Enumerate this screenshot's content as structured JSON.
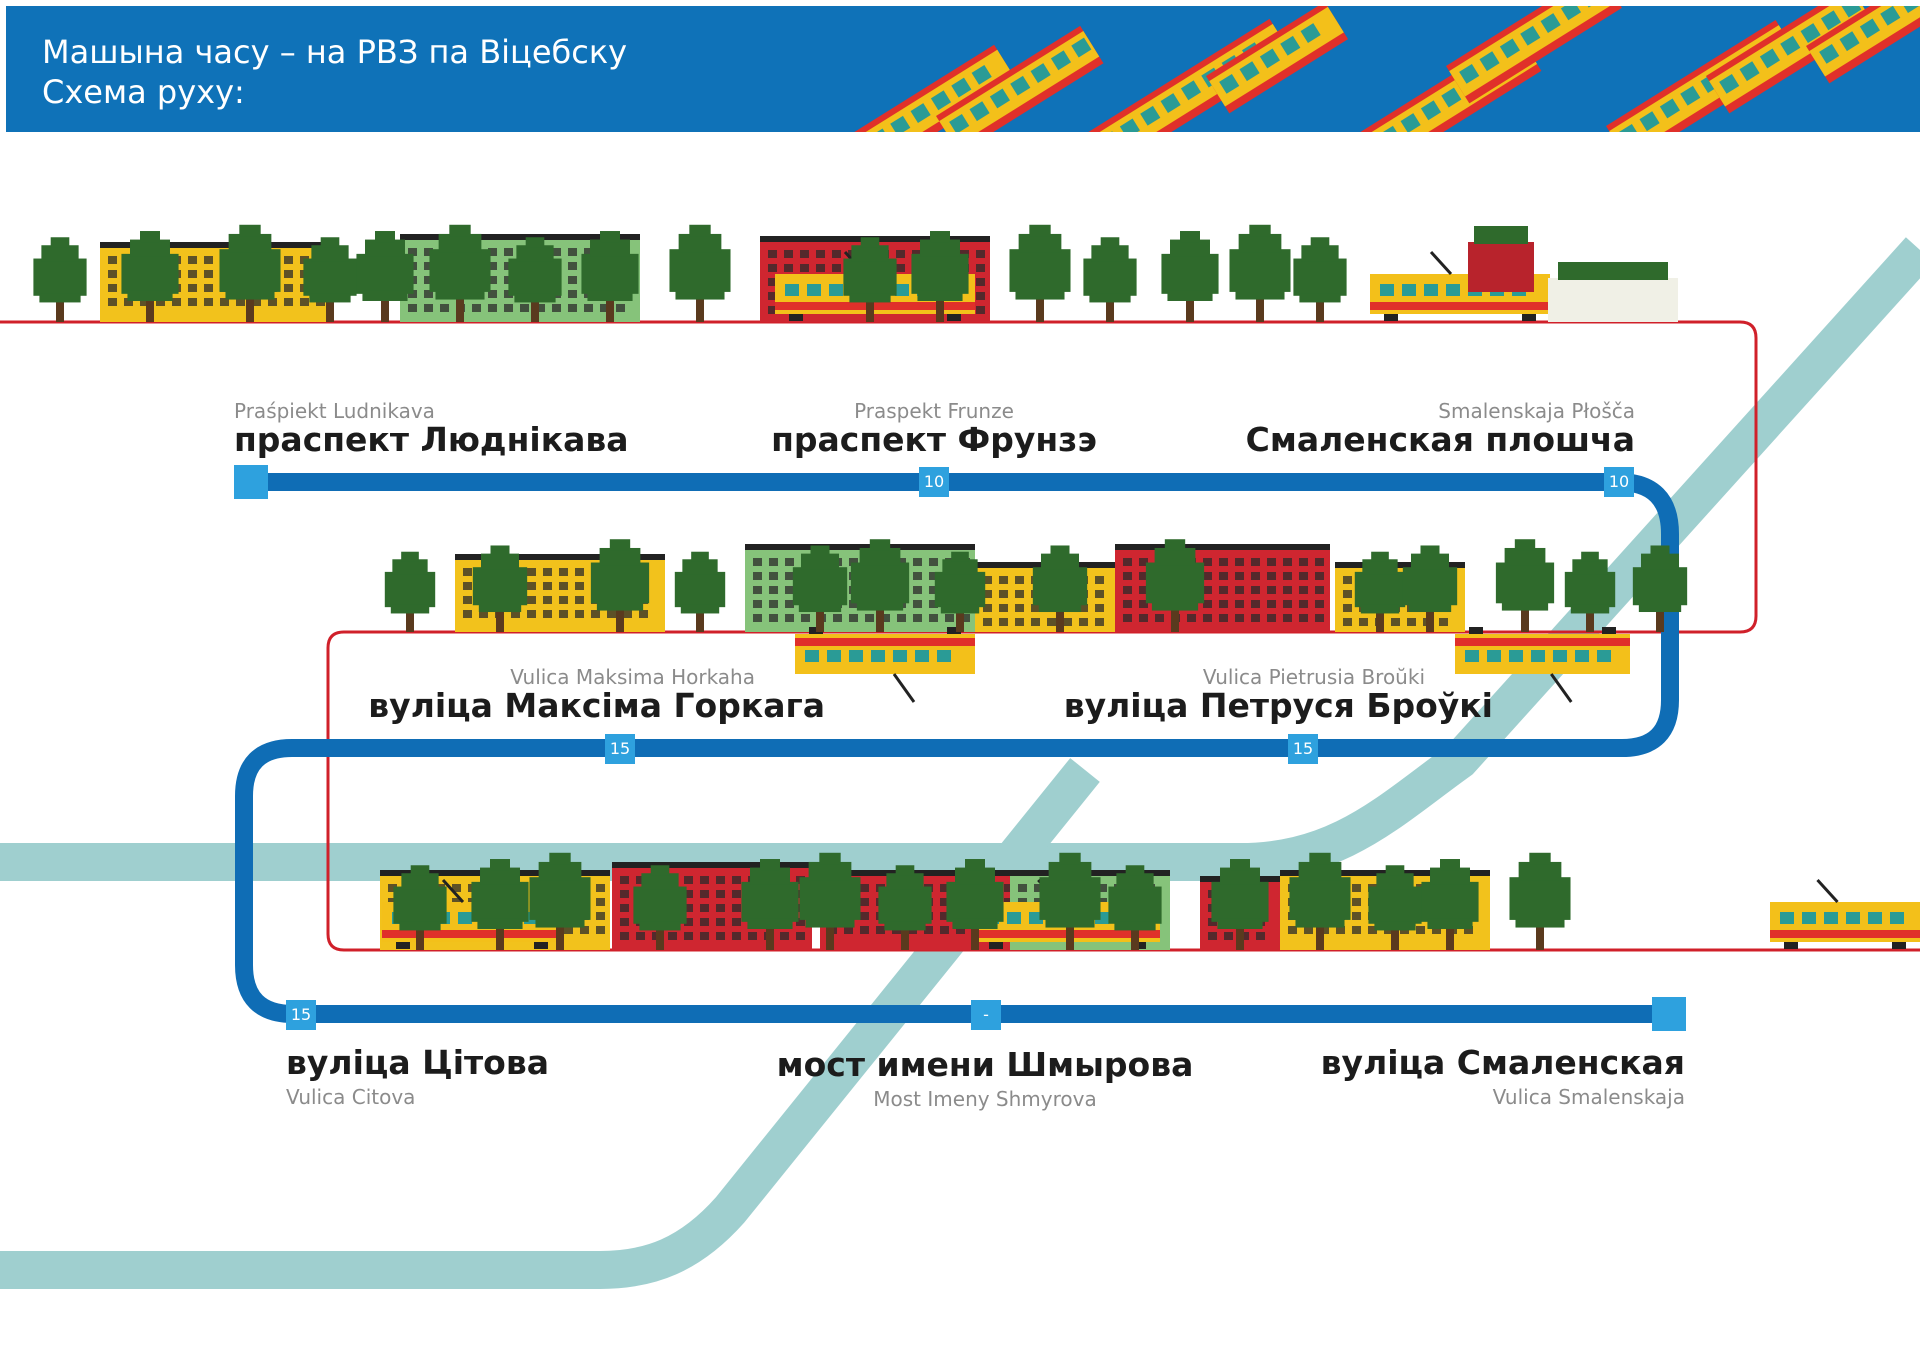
{
  "header": {
    "title_line1": "Машына часу – на РВЗ па Віцебску",
    "title_line2": "Схема руху:"
  },
  "colors": {
    "header_bg": "#0f72b8",
    "route_line": "#0f6db5",
    "stop_marker": "#2ea1de",
    "river": "#9fcfcf",
    "tram_track": "#d0202a",
    "tree": "#2f6a2c",
    "tram_body": "#f3c01a",
    "tram_stripe": "#e0302a",
    "tram_window": "#2a9b96",
    "building_yellow": "#f2c21c",
    "building_green": "#86c37a",
    "building_red": "#cf2630"
  },
  "stops": [
    {
      "id": "praspiekt-ludnikava",
      "lat": "Praśpiekt Ludnikava",
      "name": "праспект Люднікава",
      "badge": ""
    },
    {
      "id": "praspekt-frunze",
      "lat": "Praspekt Frunze",
      "name": "праспект Фрунзэ",
      "badge": "10"
    },
    {
      "id": "smalenskaja-ploscha",
      "lat": "Smalenskaja Płošča",
      "name": "Смаленская плошча",
      "badge": "10"
    },
    {
      "id": "vulica-maksima-horkaha",
      "lat": "Vulica Maksima Horkaha",
      "name": "вуліца Максіма Горкага",
      "badge": "15"
    },
    {
      "id": "vulica-pietrusia-brouki",
      "lat": "Vulica Pietrusia Broŭki",
      "name": "вуліца Петруся Броўкі",
      "badge": "15"
    },
    {
      "id": "vulica-citova",
      "lat": "Vulica Citova",
      "name": "вуліца Цітова",
      "badge": "15"
    },
    {
      "id": "most-imeny-shmyrova",
      "lat": "Most Imeny Shmyrova",
      "name": "мост имени Шмырова",
      "badge": "-"
    },
    {
      "id": "vulica-smalenskaja",
      "lat": "Vulica Smalenskaja",
      "name": "вуліца Смаленская",
      "badge": ""
    }
  ]
}
